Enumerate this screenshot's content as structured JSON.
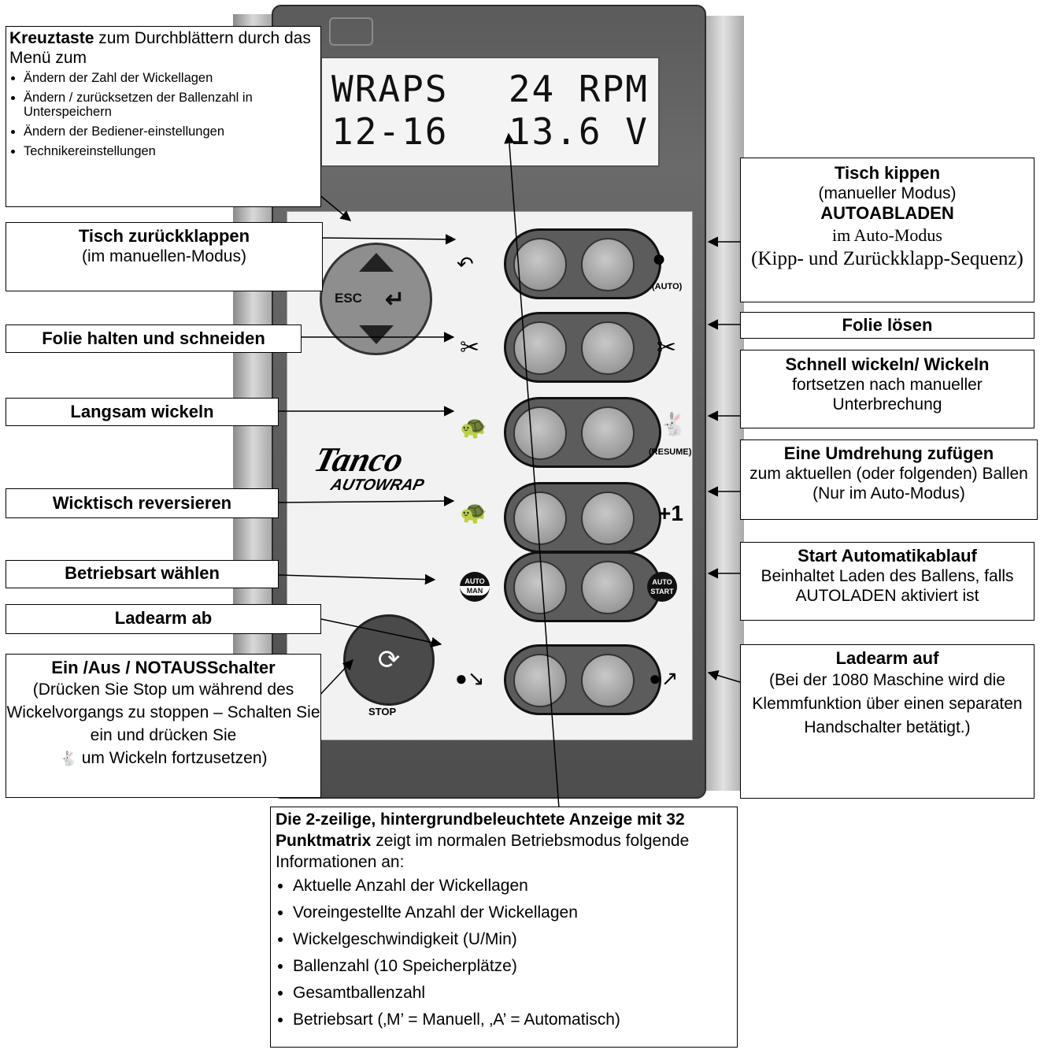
{
  "display": {
    "line1_left": "WRAPS",
    "line1_right": "24 RPM",
    "line2_left": "12-16",
    "line2_right": "13.6 V"
  },
  "panel": {
    "esc_label": "ESC",
    "stop_label": "STOP",
    "auto_label": "(AUTO)",
    "resume_label": "(RESUME)",
    "plus_one": "+1",
    "auto_man_top": "AUTO",
    "auto_man_bottom": "MAN",
    "auto_start_top": "AUTO",
    "auto_start_bottom": "START",
    "brand": "Tanco",
    "product": "AUTOWRAP"
  },
  "callouts": {
    "kreuz": {
      "title": "Kreuztaste",
      "text": " zum Durchblättern durch das Menü zum",
      "items": [
        "Ändern der Zahl der Wickellagen",
        "Ändern / zurücksetzen der Ballenzahl in Unterspeichern",
        "Ändern der Bediener-einstellungen",
        "Technikereinstellungen"
      ]
    },
    "zurueck": {
      "title": "Tisch zurückklappen",
      "text": "(im manuellen-Modus)"
    },
    "folie_halten": {
      "title": "Folie halten und schneiden"
    },
    "langsam": {
      "title": "Langsam wickeln"
    },
    "reversieren": {
      "title": "Wicktisch reversieren"
    },
    "betriebsart": {
      "title": "Betriebsart wählen"
    },
    "ladearm_ab": {
      "title": "Ladearm ab"
    },
    "notaus": {
      "title": "Ein /Aus / NOTAUSSchalter",
      "text1": "(Drücken Sie Stop um während des Wickelvorgangs zu stoppen – Schalten Sie ein und drücken Sie",
      "text2": "um Wickeln fortzusetzen)"
    },
    "kippen": {
      "title": "Tisch kippen",
      "line1": "(manueller Modus)",
      "bold": "AUTOABLADEN",
      "line2": "im Auto-Modus",
      "line3": "(Kipp- und Zurückklapp-Sequenz)"
    },
    "folie_loesen": {
      "title": "Folie lösen"
    },
    "schnell": {
      "title": "Schnell wickeln/ Wickeln",
      "text": "fortsetzen nach manueller Unterbrechung"
    },
    "umdrehung": {
      "title": "Eine Umdrehung zufügen",
      "text": "zum aktuellen (oder folgenden) Ballen (Nur im Auto-Modus)"
    },
    "start": {
      "title": "Start Automatikablauf",
      "text": "Beinhaltet Laden des Ballens, falls AUTOLADEN aktiviert ist"
    },
    "ladearm_auf": {
      "title": "Ladearm auf",
      "text": "(Bei der 1080 Maschine wird die Klemmfunktion über einen separaten Handschalter betätigt.)"
    },
    "anzeige": {
      "title": "Die 2-zeilige, hintergrundbeleuchtete Anzeige mit 32 Punktmatrix",
      "text": " zeigt im normalen Betriebsmodus folgende Informationen an:",
      "items": [
        "Aktuelle Anzahl der Wickellagen",
        "Voreingestellte Anzahl der Wickellagen",
        "Wickelgeschwindigkeit (U/Min)",
        "Ballenzahl (10 Speicherplätze)",
        "Gesamtballenzahl",
        "Betriebsart (‚M’ = Manuell, ‚A’ = Automatisch)"
      ]
    }
  }
}
